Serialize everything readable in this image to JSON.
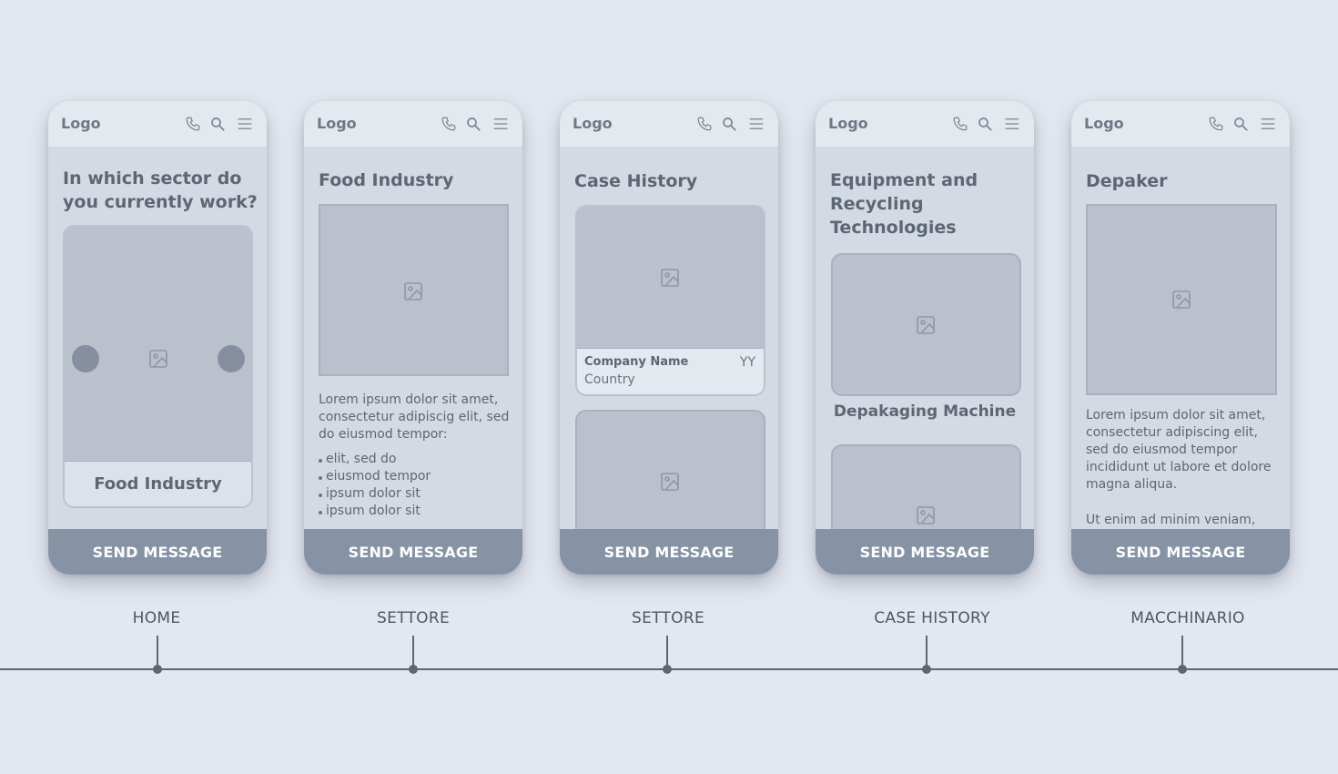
{
  "header": {
    "logo": "Logo",
    "icons": [
      "phone-icon",
      "search-icon",
      "menu-icon"
    ]
  },
  "send_button": "SEND MESSAGE",
  "screens": [
    {
      "title": "In which sector do you currently work?",
      "carousel_caption": "Food Industry"
    },
    {
      "title": "Food Industry",
      "paragraph": "Lorem ipsum dolor sit amet, consectetur adipiscig elit, sed do eiusmod tempor:",
      "bullets": [
        "elit, sed do",
        "eiusmod tempor",
        "ipsum dolor sit",
        "ipsum dolor sit"
      ]
    },
    {
      "title": "Case History",
      "card": {
        "company": "Company Name",
        "year": "YY",
        "country": "Country"
      }
    },
    {
      "title": "Equipment and Recycling Technologies",
      "card_caption": "Depakaging Machine"
    },
    {
      "title": "Depaker",
      "paragraph1": "Lorem ipsum dolor sit amet, consectetur adipiscing elit, sed do eiusmod tempor incididunt ut labore et dolore magna aliqua.",
      "paragraph2": "Ut enim ad minim veniam, quis"
    }
  ],
  "timeline": [
    "HOME",
    "SETTORE",
    "SETTORE",
    "CASE HISTORY",
    "MACCHINARIO"
  ],
  "colors": {
    "background": "#e3e7ef",
    "phone_body": "#d4dae3",
    "header": "#e4e8ef",
    "image_placeholder": "#bac1cc",
    "send_bar": "#8693a4",
    "text": "#5d6673"
  }
}
